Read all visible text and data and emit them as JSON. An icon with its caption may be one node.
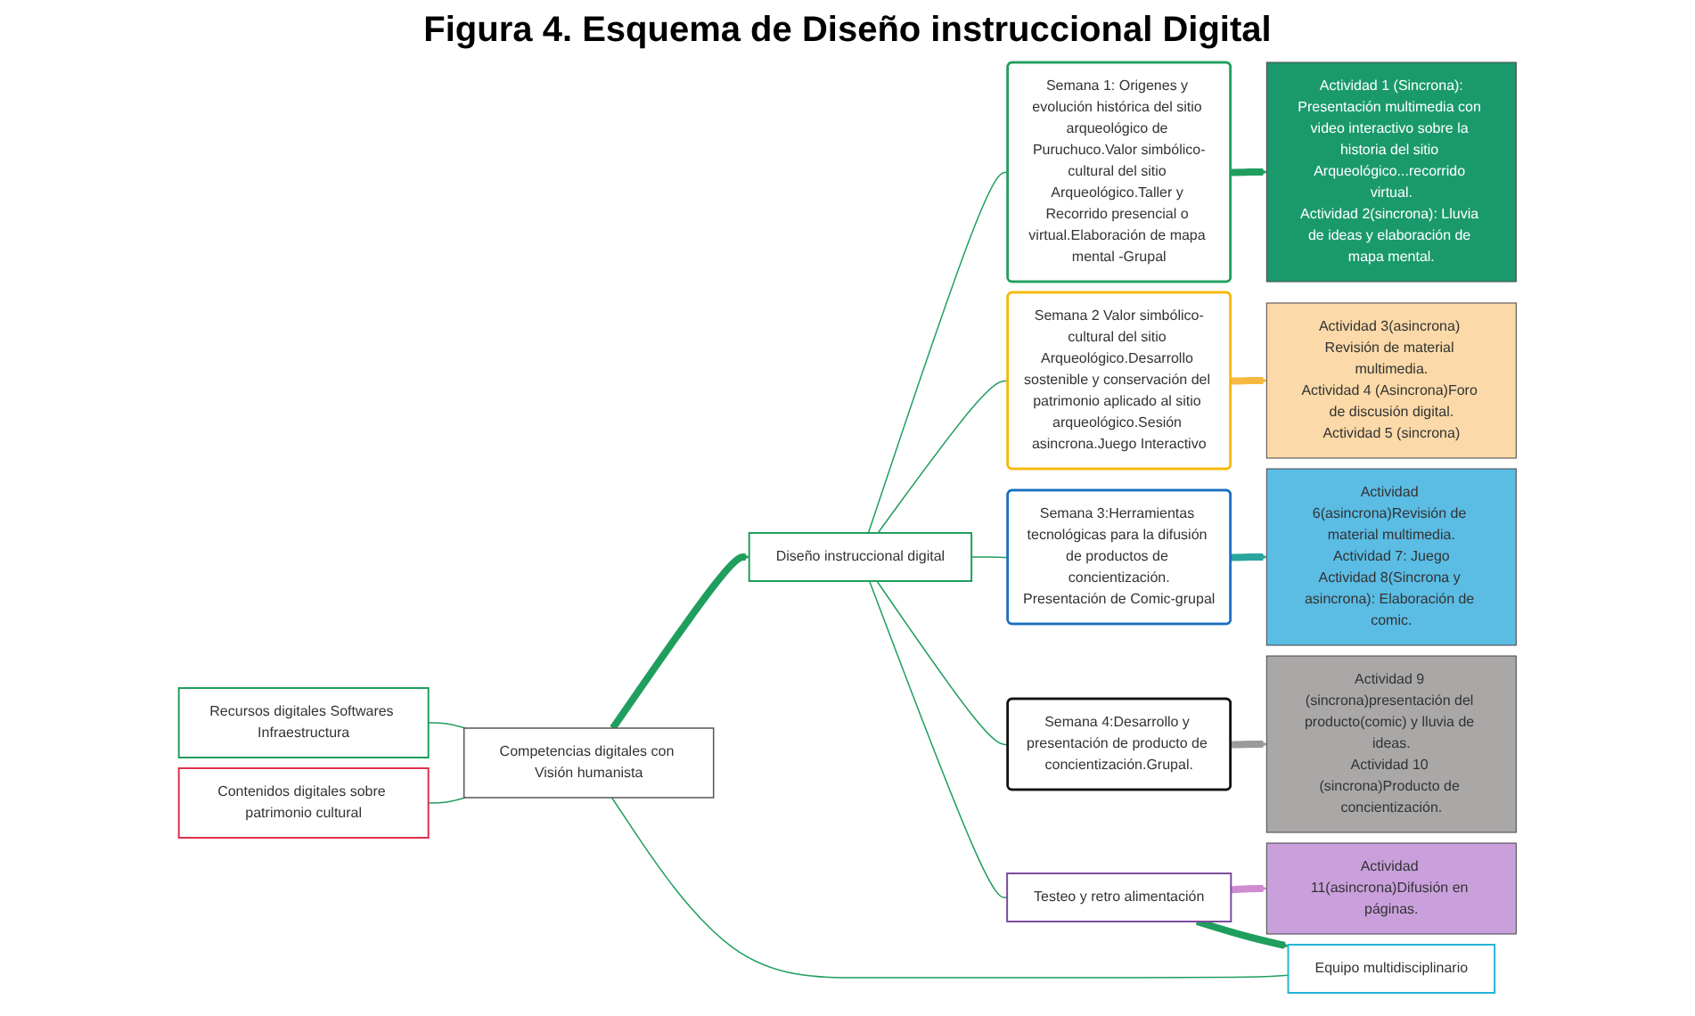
{
  "diagram": {
    "title": "Figura 4. Esquema de Diseño instruccional Digital",
    "nodes": [
      {
        "text": [
          "Recursos digitales Softwares Infraestructura"
        ]
      },
      {
        "text": [
          "Contenidos digitales sobre patrimonio cultural"
        ]
      },
      {
        "text": [
          "Equipo multidisciplinario"
        ]
      },
      {
        "text": [
          "Competencias digitales con Visión humanista"
        ]
      },
      {
        "text": [
          "Diseño instruccional digital"
        ]
      },
      {
        "text": [
          "Semana 1: Origenes y evolución histórica del sitio arqueológico de Puruchuco.Valor simbólico-cultural del sitio Arqueológico.Taller y Recorrido presencial o virtual.Elaboración de mapa mental -Grupal"
        ]
      },
      {
        "text": [
          "Actividad 1 (Sincrona):",
          "Presentación multimedia con video interactivo sobre la historia del sitio Arqueológico...recorrido virtual.",
          "Actividad 2(sincrona): Lluvia de ideas y elaboración de mapa mental."
        ]
      },
      {
        "text": [
          "Semana 2 Valor simbólico-cultural del sitio Arqueológico.Desarrollo sostenible y conservación del patrimonio aplicado al sitio arqueológico.Sesión asincrona.Juego Interactivo"
        ]
      },
      {
        "text": [
          "Actividad 3(asincrona) Revisión de material multimedia.",
          "Actividad 4 (Asincrona)Foro de discusión digital.",
          "Actividad 5 (sincrona)"
        ]
      },
      {
        "text": [
          "Semana 3:Herramientas tecnológicas para la difusión de productos de concientización.",
          "Presentación de Comic-grupal"
        ]
      },
      {
        "text": [
          "Actividad 6(asincrona)Revisión de material multimedia.",
          "Actividad 7: Juego",
          "Actividad 8(Sincrona y asincrona): Elaboración de comic."
        ]
      },
      {
        "text": [
          "Semana 4:Desarrollo y presentación de producto de concientización.Grupal."
        ]
      },
      {
        "text": [
          "Actividad 9 (sincrona)presentación del producto(comic) y lluvia de ideas.",
          "Actividad 10 (sincrona)Producto de concientización."
        ]
      },
      {
        "text": [
          "Testeo y retro alimentación"
        ]
      },
      {
        "text": [
          "Actividad 11(asincrona)Difusión en páginas."
        ]
      }
    ],
    "edges": [
      {
        "from": 0,
        "to": 3,
        "arrow": "none"
      },
      {
        "from": 1,
        "to": 3,
        "arrow": "none"
      },
      {
        "from": 2,
        "to": 3,
        "arrow": "none"
      },
      {
        "from": 3,
        "to": 4,
        "arrow": "to",
        "style": "thick"
      },
      {
        "from": 4,
        "to": 5,
        "arrow": "none"
      },
      {
        "from": 4,
        "to": 7,
        "arrow": "none"
      },
      {
        "from": 4,
        "to": 9,
        "arrow": "none"
      },
      {
        "from": 4,
        "to": 11,
        "arrow": "none"
      },
      {
        "from": 4,
        "to": 13,
        "arrow": "none"
      },
      {
        "from": 5,
        "to": 6,
        "arrow": "to",
        "style": "thick"
      },
      {
        "from": 7,
        "to": 8,
        "arrow": "to",
        "style": "thick",
        "color": "#f5b942"
      },
      {
        "from": 9,
        "to": 10,
        "arrow": "to",
        "style": "thick",
        "color": "#2aa5a0"
      },
      {
        "from": 11,
        "to": 12,
        "arrow": "to",
        "style": "thick",
        "color": "#9a9a9a"
      },
      {
        "from": 13,
        "to": 14,
        "arrow": "to",
        "style": "thick",
        "color": "#d08ad0"
      },
      {
        "from": 13,
        "to": 2,
        "arrow": "to",
        "style": "thick"
      }
    ]
  }
}
